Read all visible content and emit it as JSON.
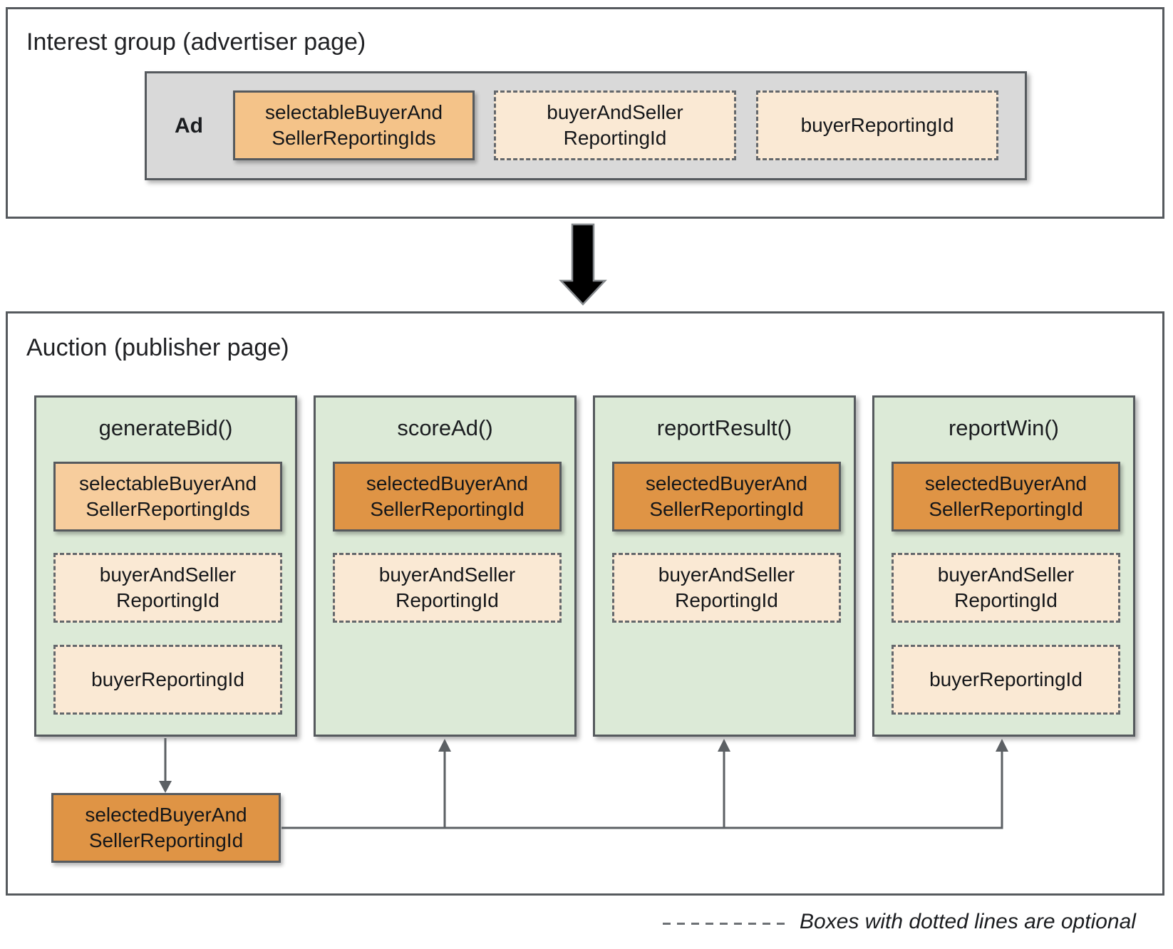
{
  "interest_group": {
    "title": "Interest group (advertiser page)",
    "ad_label": "Ad",
    "boxes": [
      {
        "label": "selectableBuyerAnd\nSellerReportingIds",
        "optional": false
      },
      {
        "label": "buyerAndSeller\nReportingId",
        "optional": true
      },
      {
        "label": "buyerReportingId",
        "optional": true
      }
    ]
  },
  "flow_arrow": {
    "direction": "down"
  },
  "auction": {
    "title": "Auction (publisher page)",
    "functions": [
      {
        "name": "generateBid()",
        "boxes": [
          {
            "label": "selectableBuyerAnd\nSellerReportingIds",
            "optional": false
          },
          {
            "label": "buyerAndSeller\nReportingId",
            "optional": true
          },
          {
            "label": "buyerReportingId",
            "optional": true
          }
        ]
      },
      {
        "name": "scoreAd()",
        "boxes": [
          {
            "label": "selectedBuyerAnd\nSellerReportingId",
            "optional": false
          },
          {
            "label": "buyerAndSeller\nReportingId",
            "optional": true
          }
        ]
      },
      {
        "name": "reportResult()",
        "boxes": [
          {
            "label": "selectedBuyerAnd\nSellerReportingId",
            "optional": false
          },
          {
            "label": "buyerAndSeller\nReportingId",
            "optional": true
          }
        ]
      },
      {
        "name": "reportWin()",
        "boxes": [
          {
            "label": "selectedBuyerAnd\nSellerReportingId",
            "optional": false
          },
          {
            "label": "buyerAndSeller\nReportingId",
            "optional": true
          },
          {
            "label": "buyerReportingId",
            "optional": true
          }
        ]
      }
    ],
    "output_box": {
      "label": "selectedBuyerAnd\nSellerReportingId"
    }
  },
  "legend": {
    "text": "Boxes with dotted lines are optional"
  },
  "colors": {
    "selectable_ad": "#f4c389",
    "selectable_generatebid": "#f7cd9d",
    "selected": "#df9445",
    "optional_fill": "#fae9d4",
    "panel_green": "#dcead7",
    "ad_container_gray": "#d9d9d9",
    "border_gray": "#565a5e",
    "connector_gray": "#5c6064",
    "flow_arrow_black": "#000000"
  }
}
